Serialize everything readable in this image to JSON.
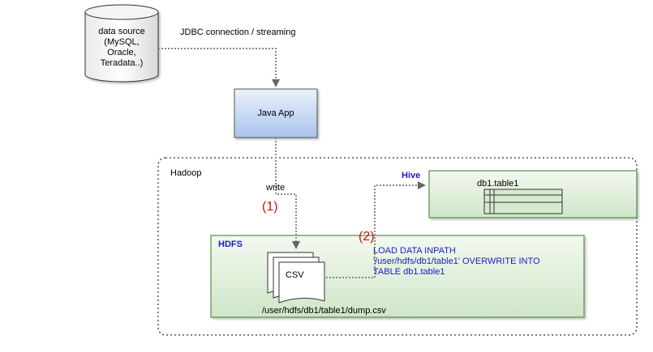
{
  "datasource": {
    "label": "data source\n(MySQL,\nOracle,\nTeradata..)"
  },
  "connection": {
    "label": "JDBC connection / streaming"
  },
  "java_app": {
    "label": "Java App"
  },
  "hadoop": {
    "label": "Hadoop"
  },
  "write": {
    "label": "write",
    "step": "(1)"
  },
  "hdfs": {
    "label": "HDFS",
    "file_label": "CSV",
    "file_path": "/user/hdfs/db1/table1/dump.csv"
  },
  "load": {
    "step": "(2)",
    "command": "LOAD DATA INPATH\n'/user/hdfs/db1/table1' OVERWRITE INTO\nTABLE db1.table1"
  },
  "hive": {
    "label": "Hive",
    "table_name": "db1.table1"
  },
  "colors": {
    "accent_blue": "#1a1acc",
    "step_red": "#cc1111",
    "green_fill": "#d9ecd3",
    "green_border": "#5b8a4e",
    "java_fill": "#c9d9f2",
    "arrow_gray": "#888888"
  }
}
